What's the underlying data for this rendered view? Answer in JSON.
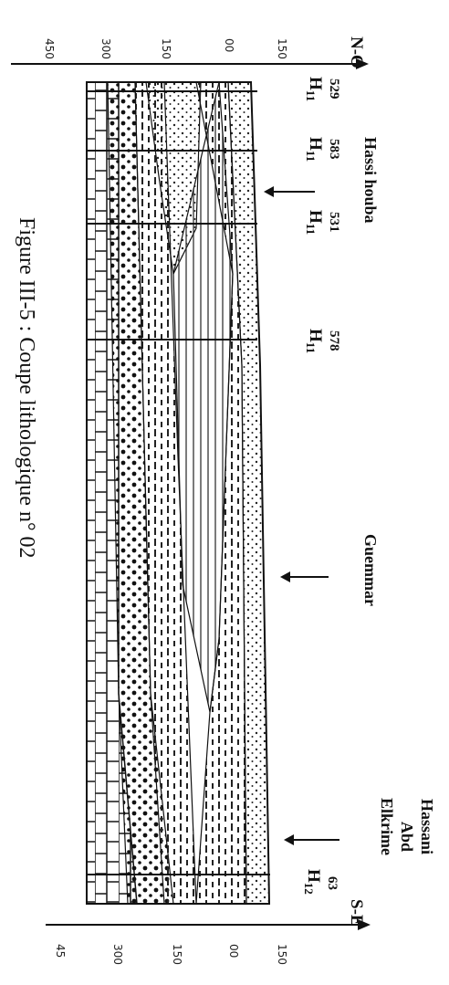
{
  "orientation": {
    "top": "N-O",
    "bottom": "S-E"
  },
  "scale_top": [
    "150",
    "00",
    "150",
    "300",
    "450"
  ],
  "scale_bottom": [
    "150",
    "00",
    "150",
    "300",
    "45"
  ],
  "locality_labels": [
    "Hassi houba",
    "Guemmar",
    "Hassani",
    "Abd",
    "Elkrime"
  ],
  "wells": [
    {
      "number": "529",
      "code": "H",
      "sub": "11"
    },
    {
      "number": "583",
      "code": "H",
      "sub": "11"
    },
    {
      "number": "531",
      "code": "H",
      "sub": "11"
    },
    {
      "number": "578",
      "code": "H",
      "sub": "11"
    },
    {
      "number": "63",
      "code": "H",
      "sub": "12"
    }
  ],
  "caption": "Figure III-5 : Coupe lithologique n° 02"
}
